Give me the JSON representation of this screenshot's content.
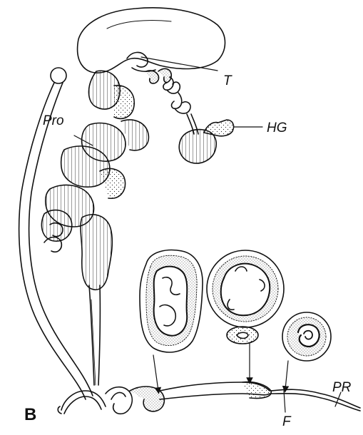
{
  "figure": {
    "panel_letter": "B",
    "labels": {
      "t": "T",
      "hg": "HG",
      "pro": "Pro",
      "f": "F",
      "pr": "PR"
    }
  }
}
